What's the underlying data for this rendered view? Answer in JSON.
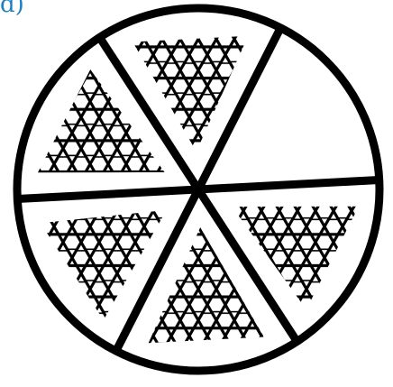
{
  "panel_label": "d)",
  "colors": {
    "outline": "#000000",
    "background": "#ffffff",
    "label": "#1f7fc0"
  },
  "figure": {
    "sector_count": 6,
    "sectors": [
      {
        "name": "sector-top-left",
        "pattern": "honeycomb",
        "orientation": "down"
      },
      {
        "name": "sector-upper-left",
        "pattern": "honeycomb",
        "orientation": "up"
      },
      {
        "name": "sector-lower-left",
        "pattern": "honeycomb",
        "orientation": "down"
      },
      {
        "name": "sector-bottom",
        "pattern": "honeycomb",
        "orientation": "up"
      },
      {
        "name": "sector-lower-right",
        "pattern": "honeycomb",
        "orientation": "down"
      },
      {
        "name": "sector-upper-right",
        "pattern": "empty",
        "orientation": "none"
      }
    ]
  }
}
